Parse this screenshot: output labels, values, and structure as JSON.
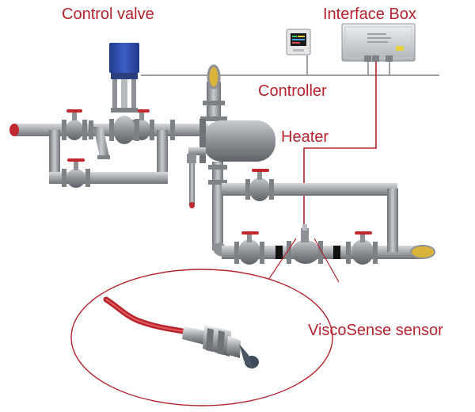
{
  "labels": {
    "control_valve": "Control valve",
    "interface_box": "Interface Box",
    "controller": "Controller",
    "heater": "Heater",
    "sensor": "ViscoSense sensor"
  },
  "colors": {
    "label_text": "#b5232e",
    "pipe": "#a9adb2",
    "pipe_dark": "#7d8287",
    "actuator": "#2f4ea6",
    "valve_handle": "#c0282f",
    "fluid_inlet": "#c0282f",
    "fluid_outlet": "#d9b33a",
    "gasket": "#111111",
    "signal_wire": "#b5232e",
    "cable": "#9da1a6"
  }
}
